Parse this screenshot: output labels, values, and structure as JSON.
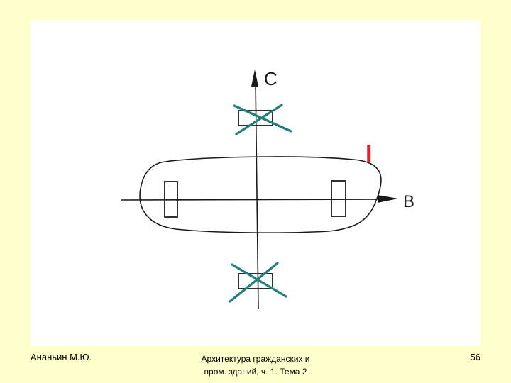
{
  "diagram": {
    "axis_c_label": "C",
    "axis_b_label": "B",
    "group_label": "I",
    "colors": {
      "line": "#1a1a1a",
      "cross": "#1f7f7a",
      "group_label": "#e0202a"
    }
  },
  "footer": {
    "author": "Ананьин М.Ю.",
    "title_line1": "Архитектура гражданских и",
    "title_line2": "пром. зданий, ч. 1. Тема 2",
    "page_number": "56"
  }
}
